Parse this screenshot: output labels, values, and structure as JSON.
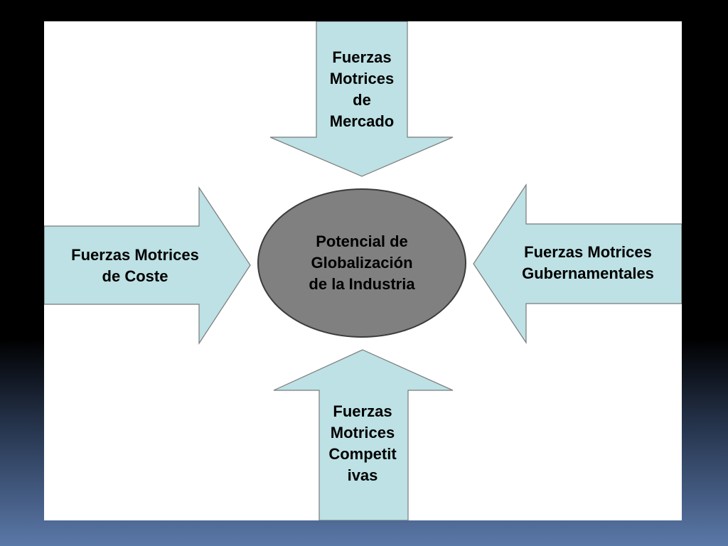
{
  "diagram": {
    "center": "Potencial de\nGlobalización\nde la Industria",
    "top": "Fuerzas\nMotrices\nde\nMercado",
    "left": "Fuerzas Motrices\nde Coste",
    "right": "Fuerzas Motrices\nGubernamentales",
    "bottom": "Fuerzas\nMotrices\nCompetit\nivas"
  },
  "colors": {
    "arrow_fill": "#bde1e4",
    "center_fill": "#808080",
    "slide_background": "#ffffff"
  }
}
